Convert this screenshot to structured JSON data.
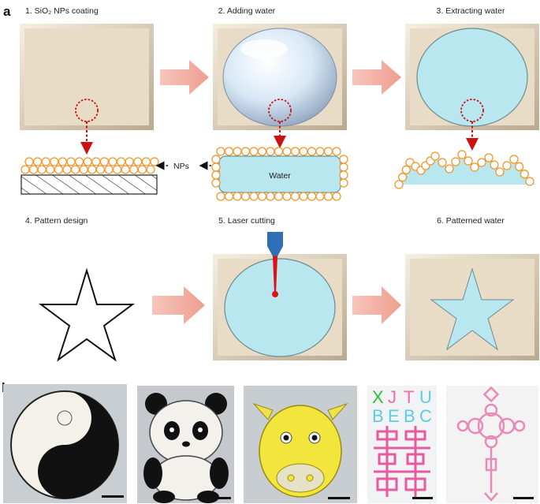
{
  "panel_a": {
    "letter": "a",
    "steps": [
      {
        "label": "1. SiO₂ NPs coating"
      },
      {
        "label": "2. Adding water"
      },
      {
        "label": "3. Extracting water"
      },
      {
        "label": "4. Pattern design"
      },
      {
        "label": "5. Laser cutting"
      },
      {
        "label": "6. Patterned water"
      }
    ],
    "nps_label": "NPs",
    "water_label": "Water"
  },
  "panel_b": {
    "letter": "b",
    "photos": [
      {
        "name": "yin-yang"
      },
      {
        "name": "panda"
      },
      {
        "name": "ox-head"
      },
      {
        "name": "letters",
        "rows": [
          "XJTU",
          "BEBC"
        ],
        "letter_colors": [
          "#2bbf3a",
          "#f06aa8",
          "#f06aa8",
          "#5fcbe0",
          "#5fcbe0",
          "#5fcbe0",
          "#5fcbe0",
          "#5fcbe0"
        ]
      },
      {
        "name": "chinese-knot"
      }
    ]
  },
  "colors": {
    "tray": "#e9dcc6",
    "water": "#b9e7f0",
    "np": "#f0962a",
    "arrow": "#f2aca0",
    "guide": "#cc1111",
    "nozzle": "#2e6fb5"
  }
}
